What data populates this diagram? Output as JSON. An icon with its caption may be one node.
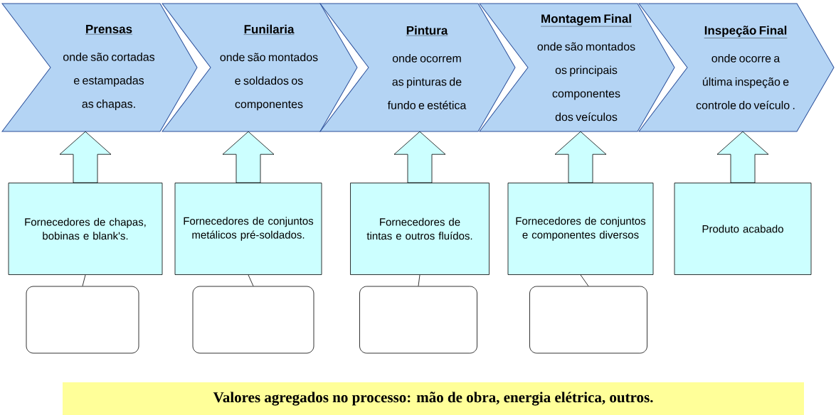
{
  "diagram": {
    "nodes": [
      {
        "text": [
          "Prensas",
          "onde são cortadas e estampadas as chapas."
        ]
      },
      {
        "text": [
          "Funilaria",
          "onde são montados e soldados os componentes"
        ]
      },
      {
        "text": [
          "Pintura",
          "onde ocorrem as pinturas de fundo e estética"
        ]
      },
      {
        "text": [
          "Montagem Final",
          "onde são montados os principais componentes dos veículos"
        ]
      },
      {
        "text": [
          "Inspeção Final",
          "onde ocorre a última inspeção e controle do veículo ."
        ]
      },
      {
        "text": [
          "Fornecedores de chapas, bobinas e blank's."
        ]
      },
      {
        "text": [
          "Fornecedores de conjuntos metálicos pré-soldados."
        ]
      },
      {
        "text": [
          "Fornecedores de tintas e outros fluídos."
        ]
      },
      {
        "text": [
          "Fornecedores de conjuntos e componentes diversos"
        ]
      },
      {
        "text": [
          "Produto acabado"
        ]
      },
      {
        "text": [],
        "shape": "box"
      },
      {
        "text": [],
        "shape": "box"
      },
      {
        "text": [],
        "shape": "box"
      },
      {
        "text": [],
        "shape": "box"
      },
      {
        "text": [
          "Valores agregados no processo: mão de obra, energia elétrica, outros."
        ]
      }
    ],
    "edges": [
      {
        "from": 5,
        "to": 0,
        "arrow": "to"
      },
      {
        "from": 6,
        "to": 1,
        "arrow": "to"
      },
      {
        "from": 7,
        "to": 2,
        "arrow": "to"
      },
      {
        "from": 8,
        "to": 3,
        "arrow": "to"
      },
      {
        "from": 9,
        "to": 4,
        "arrow": "to"
      },
      {
        "from": 10,
        "to": 5,
        "arrow": "none"
      },
      {
        "from": 11,
        "to": 6,
        "arrow": "none"
      },
      {
        "from": 12,
        "to": 7,
        "arrow": "none"
      },
      {
        "from": 13,
        "to": 8,
        "arrow": "none"
      }
    ]
  }
}
